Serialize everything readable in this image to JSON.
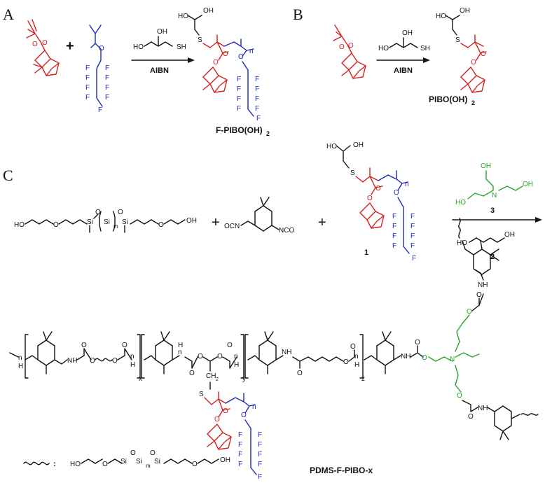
{
  "panels": {
    "a": {
      "label": "A",
      "reagent": "HO OH SH",
      "reagent_oh1": "HO",
      "reagent_oh2": "OH",
      "reagent_sh": "SH",
      "catalyst": "AIBN",
      "product_name": "F-PIBO(OH)",
      "product_sub": "2",
      "plus": "+"
    },
    "b": {
      "label": "B",
      "reagent_oh1": "HO",
      "reagent_oh2": "OH",
      "reagent_sh": "SH",
      "catalyst": "AIBN",
      "product_name": "PIBO(OH)",
      "product_sub": "2"
    },
    "c": {
      "label": "C",
      "pdms_left_oh": "HO",
      "pdms_right_oh": "OH",
      "si": "Si",
      "o": "O",
      "m": "m",
      "ipdi_left": "OCN",
      "ipdi_right": "NCO",
      "plus": "+",
      "compound1": "1",
      "compound2": "2",
      "compound3": "3",
      "teoa_n": "N",
      "teoa_oh": "OH",
      "teoa_ho": "HO",
      "bdo_ho": "HO",
      "bdo_oh": "OH",
      "product_name": "PDMS-F-PIBO-x",
      "legend_colon": ":",
      "x": "x",
      "y": "y",
      "z": "z",
      "n": "n",
      "nh": "NH",
      "h": "H",
      "s": "S",
      "ch2": "CH",
      "ch2_sub": "2"
    }
  },
  "colors": {
    "isobornyl": "#d42020",
    "fluoro": "#1d28b8",
    "teoa": "#2aa42a",
    "backbone": "#111111"
  },
  "fluorine": "F"
}
